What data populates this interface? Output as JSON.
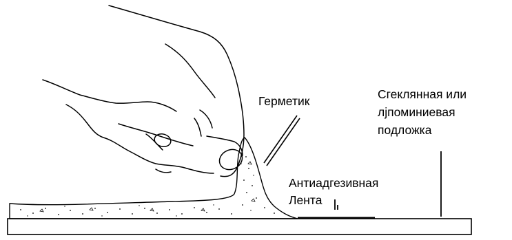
{
  "labels": {
    "sealant": "Герметик",
    "substrate_line1": "Сгеклянная или",
    "substrate_line2": "лјпоминиевая",
    "substrate_line3": "подложка",
    "tape_line1": "Антиадгезивная",
    "tape_line2": "Лента"
  },
  "colors": {
    "ink": "#000000",
    "background": "#ffffff"
  }
}
